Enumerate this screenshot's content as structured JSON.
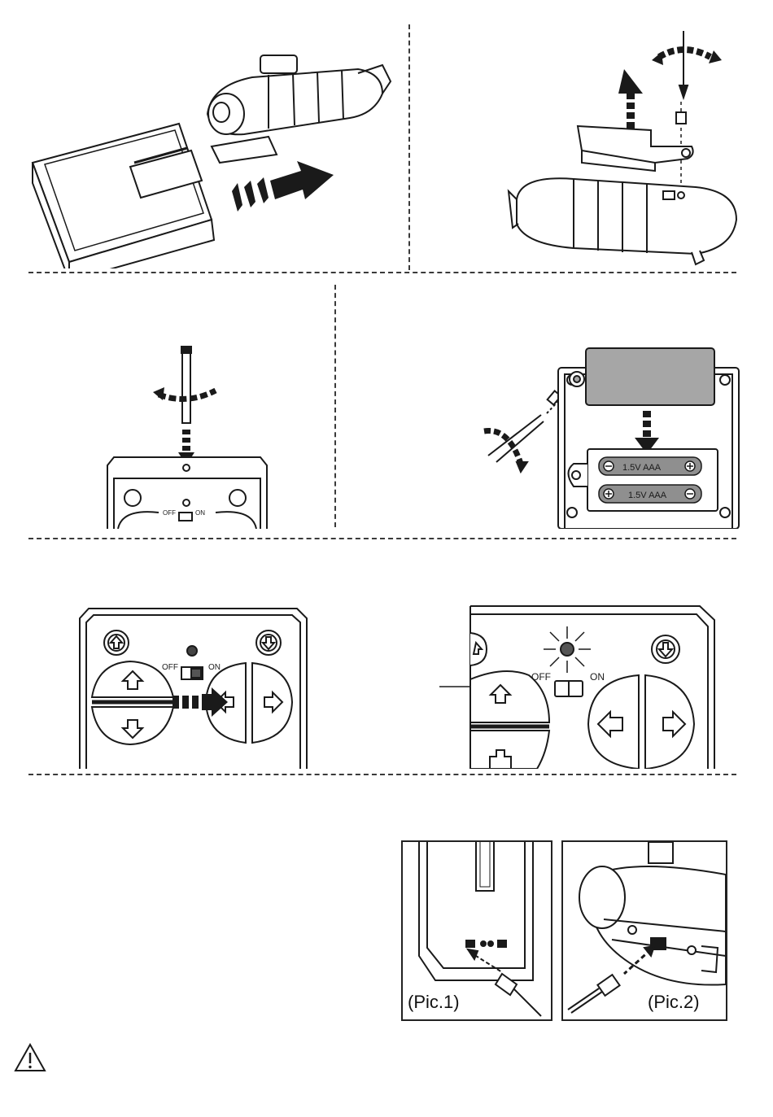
{
  "remote": {
    "switch_off_label": "OFF",
    "switch_on_label": "ON"
  },
  "battery": {
    "top_label": "1.5V  AAA",
    "bottom_label": "1.5V  AAA"
  },
  "charging": {
    "pic1_label": "(Pic.1)",
    "pic2_label": "(Pic.2)"
  },
  "icons": [
    "warning-icon",
    "arrow-up-icon",
    "arrow-down-icon",
    "arrow-left-icon",
    "arrow-right-icon",
    "screwdriver-icon",
    "antenna-icon",
    "usb-plug-icon"
  ],
  "colors": {
    "line": "#1a1a1a",
    "fill_grey": "#9a9a9a",
    "light_grey": "#d9d9d9"
  }
}
